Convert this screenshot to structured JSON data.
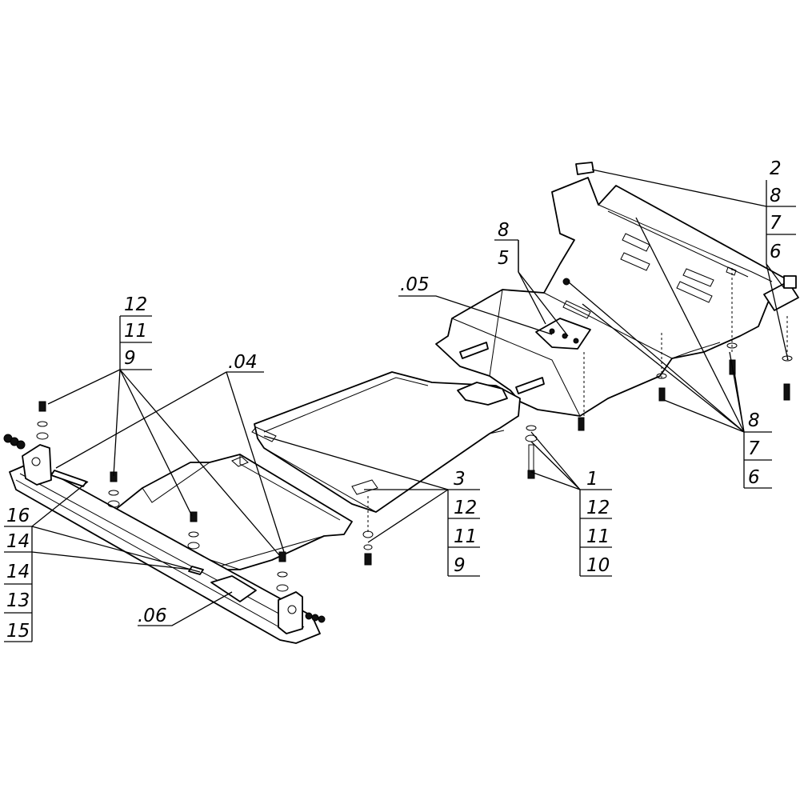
{
  "diagram": {
    "assembly_labels": {
      "a05": ".05",
      "a04": ".04",
      "a06": ".06"
    },
    "callouts": {
      "c2_8_7_6": [
        "2",
        "8",
        "7",
        "6"
      ],
      "c8_5": [
        "8",
        "5"
      ],
      "c12_11_9": [
        "12",
        "11",
        "9"
      ],
      "c8_7_6": [
        "8",
        "7",
        "6"
      ],
      "c3_12_11_9": [
        "3",
        "12",
        "11",
        "9"
      ],
      "c1_12_11_10": [
        "1",
        "12",
        "11",
        "10"
      ],
      "c16_14_14_13_15": [
        "16",
        "14",
        "14",
        "13",
        "15"
      ]
    }
  }
}
